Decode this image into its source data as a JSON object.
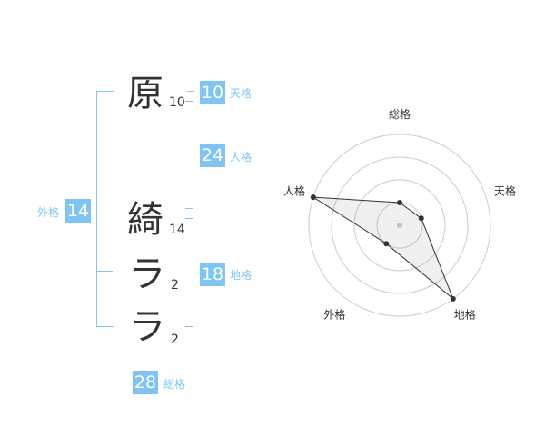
{
  "characters": [
    {
      "char": "原",
      "strokes": "10"
    },
    {
      "char": "綺",
      "strokes": "14"
    },
    {
      "char": "ラ",
      "strokes": "2"
    },
    {
      "char": "ラ",
      "strokes": "2"
    }
  ],
  "fortunes": {
    "tenkaku": {
      "label": "天格",
      "value": "10"
    },
    "jinkaku": {
      "label": "人格",
      "value": "24"
    },
    "chikaku": {
      "label": "地格",
      "value": "18"
    },
    "gaikaku": {
      "label": "外格",
      "value": "14"
    },
    "soukaku": {
      "label": "総格",
      "value": "28"
    }
  },
  "colors": {
    "accent": "#7fc4f2",
    "text": "#333333",
    "grid": "#cccccc"
  },
  "chart_data": {
    "type": "radar",
    "axes": [
      "総格",
      "天格",
      "地格",
      "外格",
      "人格"
    ],
    "values": [
      1,
      1,
      4,
      1,
      4
    ],
    "rmax": 4,
    "rings": 4
  }
}
